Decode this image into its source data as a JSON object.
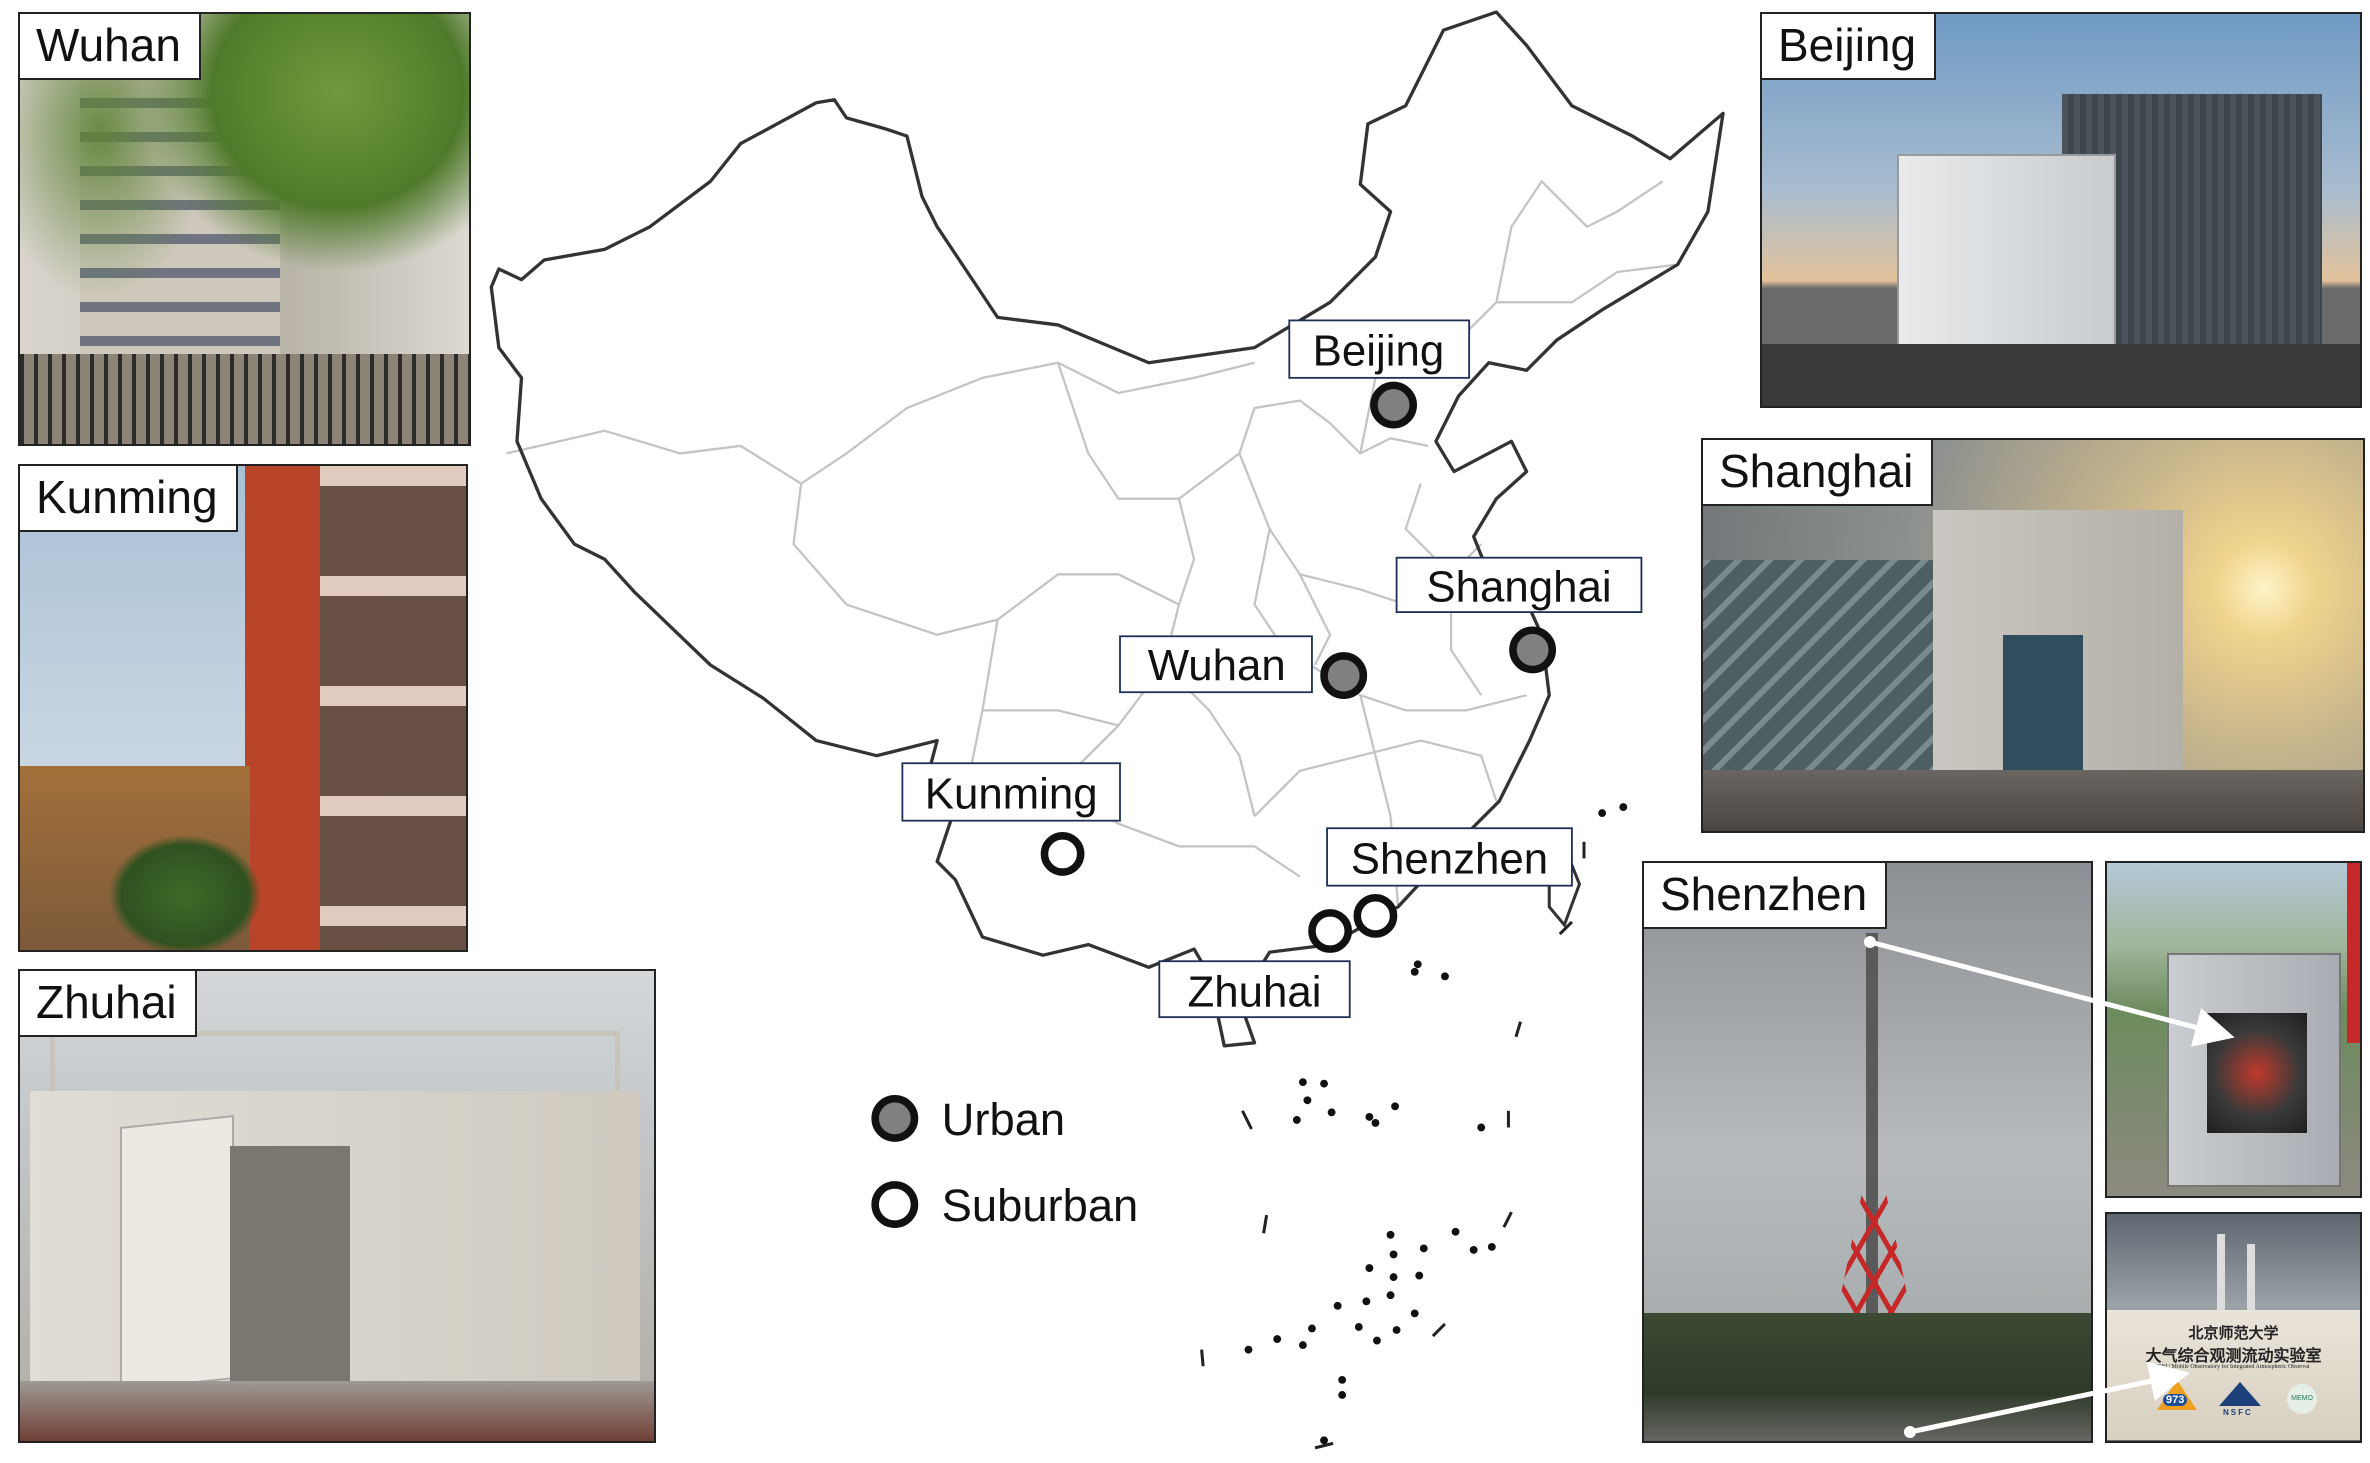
{
  "photos": {
    "wuhan": "Wuhan",
    "kunming": "Kunming",
    "zhuhai": "Zhuhai",
    "beijing": "Beijing",
    "shanghai": "Shanghai",
    "shenzhen": "Shenzhen"
  },
  "sign": {
    "line1": "北京师范大学",
    "line2": "大气综合观测流动实验室",
    "line3": "BNU Mobile Observatory for Integrated Atmospheric Observat",
    "logo1": "973",
    "logo2": "NSFC",
    "logo3": "MEMO"
  },
  "sites": [
    {
      "name": "Beijing",
      "type": "Urban"
    },
    {
      "name": "Shanghai",
      "type": "Urban"
    },
    {
      "name": "Wuhan",
      "type": "Urban"
    },
    {
      "name": "Kunming",
      "type": "Suburban"
    },
    {
      "name": "Shenzhen",
      "type": "Suburban"
    },
    {
      "name": "Zhuhai",
      "type": "Suburban"
    }
  ],
  "legend": {
    "urban": "Urban",
    "suburban": "Suburban"
  },
  "colors": {
    "urban_fill": "#808080",
    "suburban_fill": "#ffffff",
    "outline": "#333333",
    "province": "#bdbdbd"
  }
}
